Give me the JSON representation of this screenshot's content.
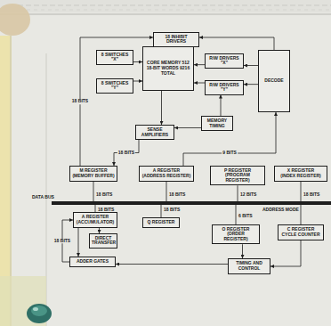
{
  "diagram": {
    "nodes": [
      {
        "text": [
          "18 INHIBIT DRIVERS"
        ]
      },
      {
        "text": [
          "8 SWITCHES \"X\""
        ]
      },
      {
        "text": [
          "CORE MEMORY 512 18-BIT WORDS 9216 TOTAL"
        ]
      },
      {
        "text": [
          "R/W DRIVERS \"X\""
        ]
      },
      {
        "text": [
          "DECODE"
        ]
      },
      {
        "text": [
          "8 SWITCHES \"Y\""
        ]
      },
      {
        "text": [
          "R/W DRIVERS \"Y\""
        ]
      },
      {
        "text": [
          "MEMORY TIMING"
        ]
      },
      {
        "text": [
          "SENSE AMPLIFIERS"
        ]
      },
      {
        "text": [
          "M REGISTER",
          "(MEMORY BUFFER)"
        ]
      },
      {
        "text": [
          "A REGISTER",
          "(ADDRESS REGISTER)"
        ]
      },
      {
        "text": [
          "P REGISTER",
          "(PROGRAM REGISTER)"
        ]
      },
      {
        "text": [
          "X REGISTER",
          "(INDEX REGISTER)"
        ]
      },
      {
        "text": [
          "A REGISTER",
          "(ACCUMULATOR)"
        ]
      },
      {
        "text": [
          "DIRECT TRANSFER"
        ]
      },
      {
        "text": [
          "Q REGISTER"
        ]
      },
      {
        "text": [
          "O REGISTER",
          "(ORDER REGISTER)"
        ]
      },
      {
        "text": [
          "C REGISTER",
          "CYCLE COUNTER"
        ]
      },
      {
        "text": [
          "ADDER GATES"
        ]
      },
      {
        "text": [
          "TIMING AND CONTROL"
        ]
      }
    ],
    "edges": [
      {
        "from": 0,
        "to": 2,
        "arrow": "to"
      },
      {
        "from": 1,
        "to": 2,
        "arrow": "to"
      },
      {
        "from": 3,
        "to": 2,
        "arrow": "to"
      },
      {
        "from": 4,
        "to": 3,
        "arrow": "to"
      },
      {
        "from": 4,
        "to": 6,
        "arrow": "to"
      },
      {
        "from": 5,
        "to": 2,
        "arrow": "to"
      },
      {
        "from": 6,
        "to": 2,
        "arrow": "to"
      },
      {
        "from": 7,
        "to": 6,
        "arrow": "to"
      },
      {
        "from": 2,
        "to": 8,
        "arrow": "to"
      },
      {
        "from": 4,
        "to": 0,
        "arrow": "to"
      },
      {
        "from": 7,
        "to": 8,
        "arrow": "to"
      },
      {
        "from": 8,
        "to": 9,
        "label": "18 BITS",
        "arrow": "to"
      },
      {
        "from": 9,
        "to": 0,
        "label": "18 BITS",
        "arrow": "to"
      },
      {
        "from": 10,
        "to": 4,
        "label": "9 BITS",
        "arrow": "to"
      },
      {
        "from": 13,
        "to": 14,
        "arrow": "to"
      },
      {
        "from": 13,
        "to": 18,
        "arrow": "to"
      },
      {
        "from": 18,
        "to": 13,
        "label": "18 BITS",
        "arrow": "to"
      },
      {
        "from": 16,
        "to": 19,
        "arrow": "to"
      },
      {
        "from": 17,
        "to": 19,
        "arrow": "to"
      },
      {
        "from": 19,
        "to": 18,
        "arrow": "to"
      }
    ],
    "labels": [
      "DATA BUS",
      "ADDRESS MODE",
      "18 BITS",
      "18 BITS",
      "12 BITS",
      "18 BITS",
      "18 BITS",
      "18 BITS",
      "6 BITS"
    ]
  }
}
